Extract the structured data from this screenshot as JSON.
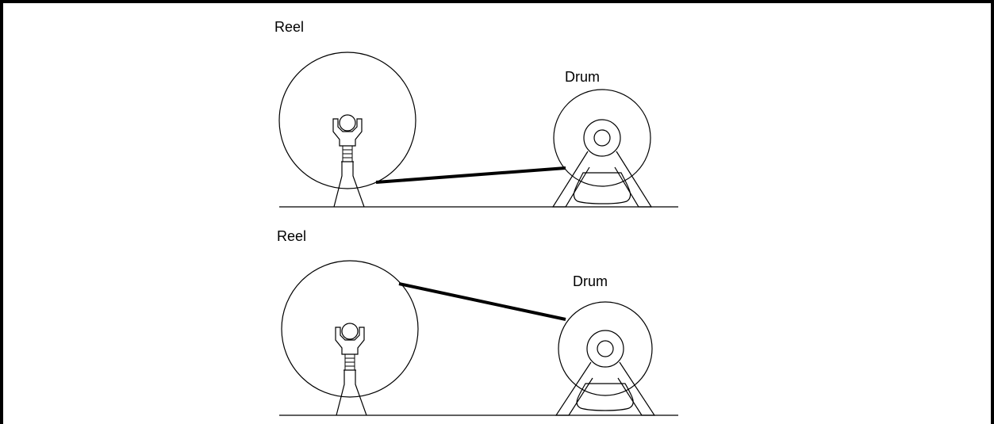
{
  "panels": [
    {
      "reel_label": "Reel",
      "drum_label": "Drum"
    },
    {
      "reel_label": "Reel",
      "drum_label": "Drum"
    }
  ]
}
